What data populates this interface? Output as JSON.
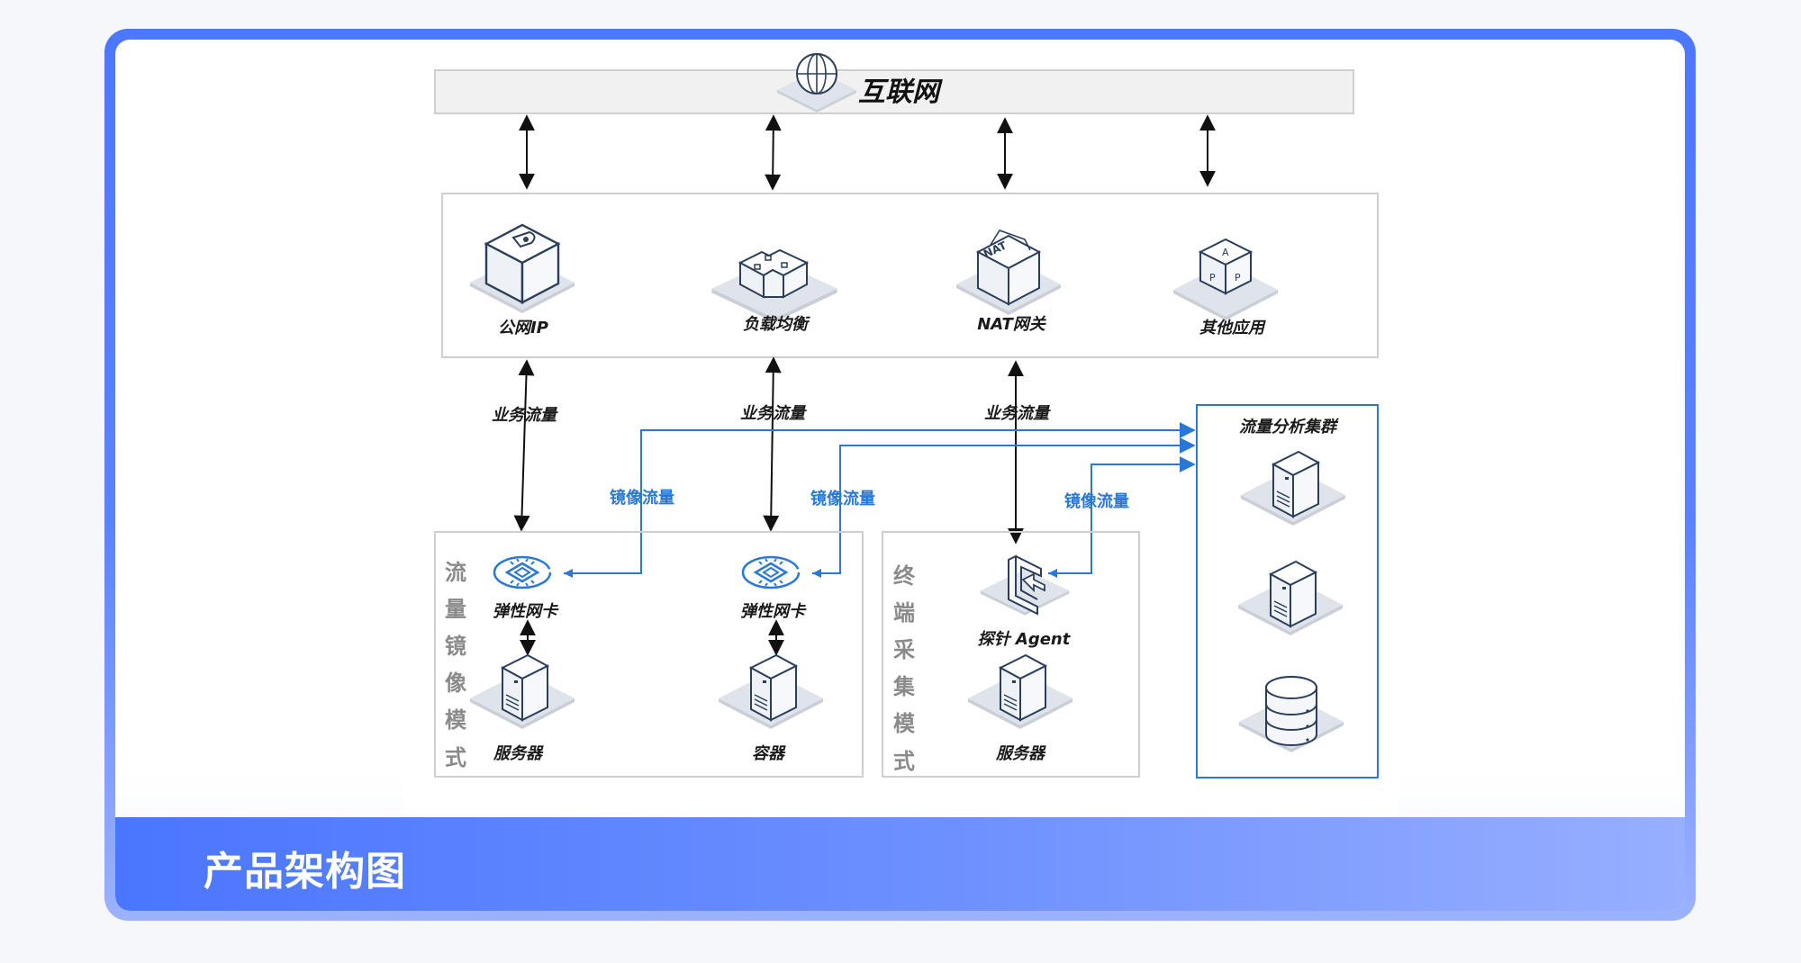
{
  "footer": {
    "title": "产品架构图"
  },
  "colors": {
    "accent": "#4a76ff",
    "mirror_line": "#2a78d6",
    "icon_stroke": "#2b3f5c",
    "platform": "#dde1e8"
  },
  "diagram": {
    "internet": {
      "label": "互联网",
      "icon": "globe-icon"
    },
    "services": [
      {
        "label": "公网IP",
        "icon": "public-ip-icon"
      },
      {
        "label": "负载均衡",
        "icon": "load-balancer-icon"
      },
      {
        "label": "NAT网关",
        "icon": "nat-gateway-icon"
      },
      {
        "label": "其他应用",
        "icon": "app-cube-icon"
      }
    ],
    "business_flow_label": "业务流量",
    "mirror_flow_label": "镜像流量",
    "mirror_mode": {
      "title_chars": [
        "流",
        "量",
        "镜",
        "像",
        "模",
        "式"
      ],
      "nics": [
        {
          "label": "弹性网卡",
          "icon": "elastic-nic-icon"
        },
        {
          "label": "弹性网卡",
          "icon": "elastic-nic-icon"
        }
      ],
      "hosts": [
        {
          "label": "服务器",
          "icon": "server-icon"
        },
        {
          "label": "容器",
          "icon": "container-icon"
        }
      ]
    },
    "endpoint_mode": {
      "title_chars": [
        "终",
        "端",
        "采",
        "集",
        "模",
        "式"
      ],
      "agent": {
        "label": "探针 Agent",
        "icon": "probe-agent-icon"
      },
      "host": {
        "label": "服务器",
        "icon": "server-icon"
      }
    },
    "cluster": {
      "title": "流量分析集群",
      "nodes": [
        "server-icon",
        "server-icon",
        "database-icon"
      ]
    }
  }
}
